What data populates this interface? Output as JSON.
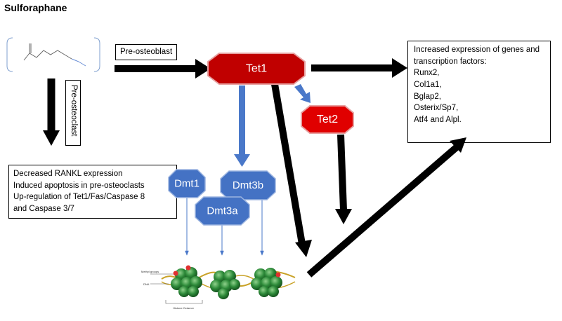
{
  "title": "Sulforaphane",
  "labels": {
    "pre_osteoblast": "Pre-osteoblast",
    "pre_osteoclast": "Pre-osteoclast"
  },
  "nodes": {
    "tet1": "Tet1",
    "tet2": "Tet2",
    "dmt1": "Dmt1",
    "dmt3b": "Dmt3b",
    "dmt3a": "Dmt3a"
  },
  "left_box": [
    "Decreased RANKL expression",
    "Induced apoptosis in pre-osteoclasts",
    "Up-regulation of Tet1/Fas/Caspase 8",
    "and Caspase 3/7"
  ],
  "right_box": [
    "Increased expression of genes and",
    "transcription factors:",
    "Runx2,",
    "Col1a1,",
    "Bglap2,",
    "Osterix/Sp7,",
    "Atf4 and Alpl."
  ],
  "chromatin_labels": {
    "methyl": "Methyl groups",
    "dna": "DNA",
    "histone": "Histone Octamer"
  },
  "colors": {
    "tet_red": "#c00000",
    "tet_border": "#e7a0a0",
    "dmt_blue": "#4472c4",
    "arrow_blue": "#4a78c9",
    "nucleosome_green": "#2e7d32"
  }
}
